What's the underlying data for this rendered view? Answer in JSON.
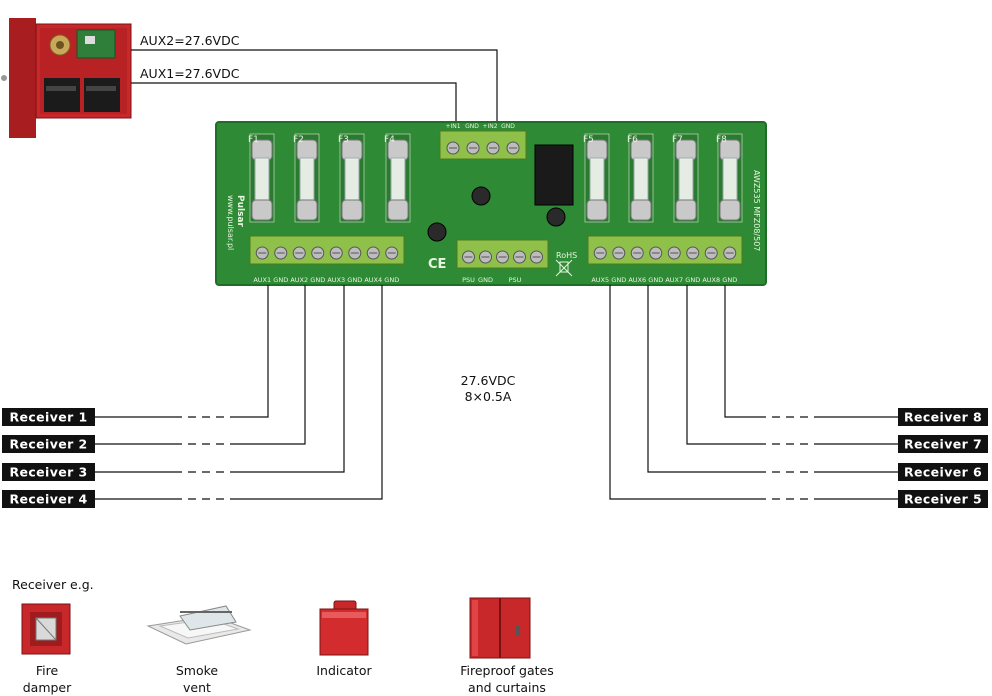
{
  "inputs": {
    "aux2": "AUX2=27.6VDC",
    "aux1": "AUX1=27.6VDC"
  },
  "board": {
    "terminals_top": [
      "+IN1",
      "GND",
      "+IN2",
      "GND"
    ],
    "terminals_left": [
      "AUX1",
      "GND",
      "AUX2",
      "GND",
      "AUX3",
      "GND",
      "AUX4",
      "GND"
    ],
    "terminals_mid": [
      "PSU",
      "GND",
      "PSU"
    ],
    "terminals_right": [
      "AUX5",
      "GND",
      "AUX6",
      "GND",
      "AUX7",
      "GND",
      "AUX8",
      "GND"
    ],
    "fuses": [
      "F1",
      "F2",
      "F3",
      "F4",
      "F5",
      "F6",
      "F7",
      "F8"
    ],
    "brand": "Pulsar",
    "website": "www.pulsar.pl",
    "model": "AWZ535 MFZ08/507",
    "rohs": "RoHS",
    "ce": "CE"
  },
  "output_spec": {
    "line1": "27.6VDC",
    "line2": "8×0.5A"
  },
  "receivers": [
    {
      "label": "Receiver 1"
    },
    {
      "label": "Receiver 2"
    },
    {
      "label": "Receiver 3"
    },
    {
      "label": "Receiver 4"
    },
    {
      "label": "Receiver 5"
    },
    {
      "label": "Receiver 6"
    },
    {
      "label": "Receiver 7"
    },
    {
      "label": "Receiver 8"
    }
  ],
  "examples": {
    "heading": "Receiver e.g.",
    "items": [
      {
        "line1": "Fire",
        "line2": "damper",
        "icon": "fire-damper-icon"
      },
      {
        "line1": "Smoke",
        "line2": "vent",
        "icon": "smoke-vent-icon"
      },
      {
        "line1": "Indicator",
        "line2": "",
        "icon": "indicator-icon"
      },
      {
        "line1": "Fireproof gates",
        "line2": "and curtains",
        "icon": "fireproof-gate-icon"
      }
    ]
  },
  "colors": {
    "pcb": "#2e8a35",
    "pcb_dark": "#1f6e28",
    "terminal": "#8fc04a",
    "enclosure": "#c8282a",
    "label_bg": "#111111"
  }
}
